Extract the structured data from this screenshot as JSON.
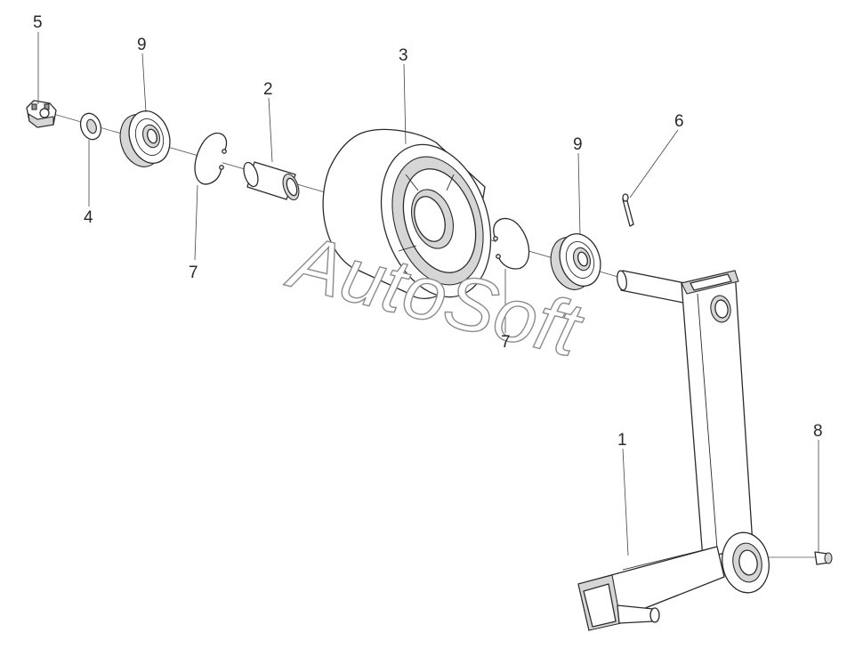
{
  "watermark": "AutoSoft",
  "callouts": {
    "p1": "1",
    "p2": "2",
    "p3": "3",
    "p4": "4",
    "p5": "5",
    "p6": "6",
    "p7a": "7",
    "p7b": "7",
    "p8": "8",
    "p9a": "9",
    "p9b": "9"
  }
}
